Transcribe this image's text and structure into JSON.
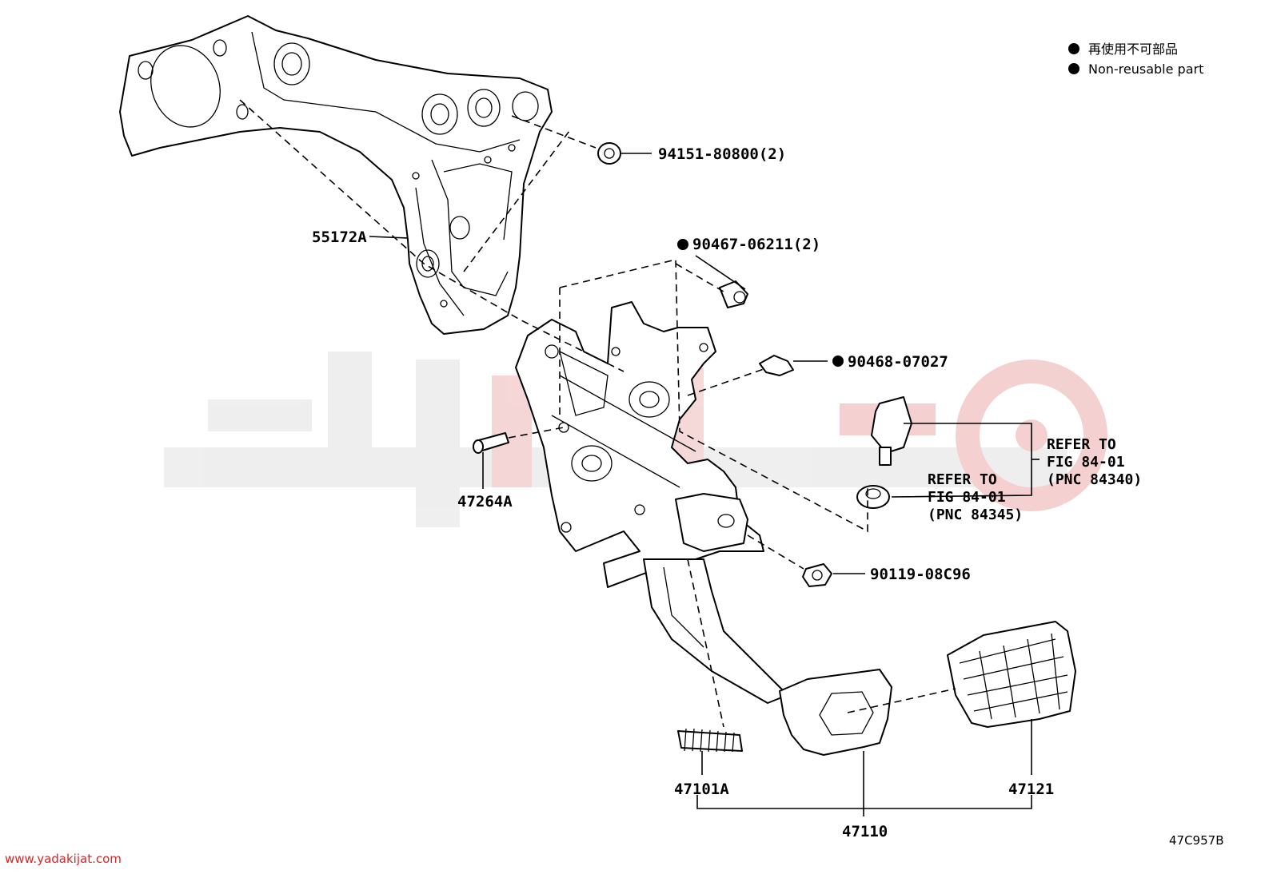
{
  "legend": {
    "line1": "再使用不可部品",
    "line2": "Non-reusable part"
  },
  "labels": {
    "p94151": "94151-80800(2)",
    "p55172A": "55172A",
    "p90467": "90467-06211(2)",
    "p90468": "90468-07027",
    "p47264A": "47264A",
    "p90119": "90119-08C96",
    "p47101A": "47101A",
    "p47121": "47121",
    "p47110": "47110"
  },
  "refs": {
    "ref1": [
      "REFER TO",
      "FIG 84-01",
      "(PNC 84340)"
    ],
    "ref2": [
      "REFER TO",
      "FIG 84-01",
      "(PNC 84345)"
    ]
  },
  "diagram_code": "47C957B",
  "website": "www.yadakijat.com",
  "colors": {
    "watermark": "#e9e9e9",
    "watermark_accent": "#f3c8c8",
    "website": "#dd2222"
  }
}
